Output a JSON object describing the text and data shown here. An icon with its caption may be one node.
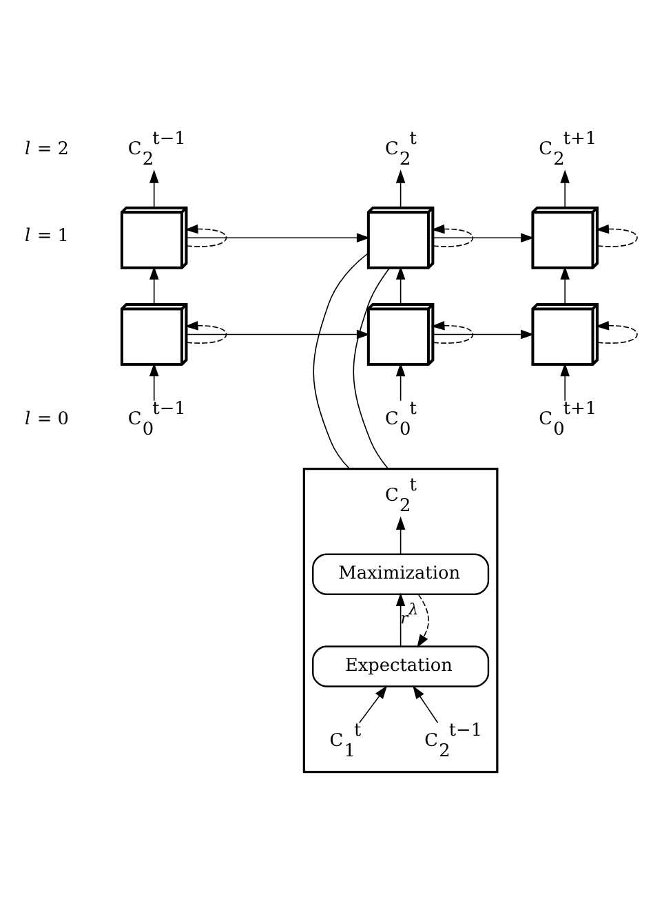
{
  "diagram": {
    "nodes": [
      {
        "text": [
          "C$_{2}$$^{t−1}$"
        ]
      },
      {
        "text": [
          "C$_{2}$$^{t}$"
        ]
      },
      {
        "text": [
          "C$_{2}$$^{t+1}$"
        ]
      },
      {
        "text": [],
        "shape": "cube"
      },
      {
        "text": [],
        "shape": "cube"
      },
      {
        "text": [],
        "shape": "cube"
      },
      {
        "text": [],
        "shape": "cube"
      },
      {
        "text": [],
        "shape": "cube"
      },
      {
        "text": [],
        "shape": "cube"
      },
      {
        "text": [
          "C$_{0}$$^{t−1}$"
        ]
      },
      {
        "text": [
          "C$_{0}$$^{t}$"
        ]
      },
      {
        "text": [
          "C$_{0}$$^{t+1}$"
        ]
      },
      {
        "text": [],
        "shape": "box"
      },
      {
        "text": [
          "C$_{2}$$^{t}$"
        ],
        "in": 12
      },
      {
        "text": [
          "Maximization"
        ],
        "in": 12
      },
      {
        "text": [
          "Expectation"
        ],
        "in": 12
      },
      {
        "text": [
          "C$_{2}$$^{t−1}$"
        ],
        "in": 12
      },
      {
        "text": [
          "C$_{1}$$^{t}$"
        ],
        "in": 12
      }
    ],
    "edges": [
      {
        "from": 3,
        "to": 0,
        "arrow": "to"
      },
      {
        "from": 4,
        "to": 1,
        "arrow": "to"
      },
      {
        "from": 5,
        "to": 2,
        "arrow": "to"
      },
      {
        "from": 6,
        "to": 3,
        "arrow": "to"
      },
      {
        "from": 7,
        "to": 4,
        "arrow": "to"
      },
      {
        "from": 8,
        "to": 5,
        "arrow": "to"
      },
      {
        "from": 9,
        "to": 6,
        "arrow": "to"
      },
      {
        "from": 10,
        "to": 7,
        "arrow": "to"
      },
      {
        "from": 11,
        "to": 8,
        "arrow": "to"
      },
      {
        "from": 3,
        "to": 4,
        "arrow": "to"
      },
      {
        "from": 4,
        "to": 5,
        "arrow": "to"
      },
      {
        "from": 6,
        "to": 7,
        "arrow": "to"
      },
      {
        "from": 7,
        "to": 8,
        "arrow": "to"
      },
      {
        "from": 3,
        "to": 3,
        "arrow": "to",
        "style": "dashed"
      },
      {
        "from": 4,
        "to": 4,
        "arrow": "to",
        "style": "dashed"
      },
      {
        "from": 5,
        "to": 5,
        "arrow": "to",
        "style": "dashed"
      },
      {
        "from": 6,
        "to": 6,
        "arrow": "to",
        "style": "dashed"
      },
      {
        "from": 7,
        "to": 7,
        "arrow": "to",
        "style": "dashed"
      },
      {
        "from": 8,
        "to": 8,
        "arrow": "to",
        "style": "dashed"
      },
      {
        "from": 4,
        "to": 12,
        "arrow": "none"
      },
      {
        "from": 4,
        "to": 12,
        "arrow": "none"
      },
      {
        "from": 14,
        "to": 13,
        "arrow": "to"
      },
      {
        "from": 15,
        "to": 14,
        "arrow": "to",
        "label": "r$^{λ}$"
      },
      {
        "from": 14,
        "to": 15,
        "arrow": "to",
        "style": "dashed"
      },
      {
        "from": 16,
        "to": 15,
        "arrow": "to"
      },
      {
        "from": 17,
        "to": 15,
        "arrow": "to"
      }
    ],
    "labels": [
      "*l* = 2",
      "*l* = 1",
      "*l* = 0"
    ]
  }
}
